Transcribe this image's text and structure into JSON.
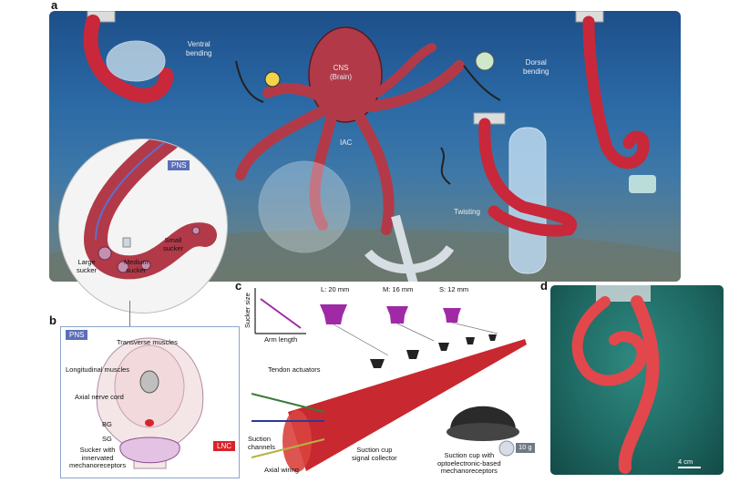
{
  "panels": {
    "a": "a",
    "b": "b",
    "c": "c",
    "d": "d"
  },
  "panel_a": {
    "ventral": "Ventral\nbending",
    "dorsal": "Dorsal\nbending",
    "cns": "CNS\n(Brain)",
    "iac": "IAC",
    "twisting": "Twisting",
    "pns": "PNS",
    "small_sucker": "Small\nsucker",
    "medium_sucker": "Medium\nsucker",
    "large_sucker": "Large\nsucker"
  },
  "panel_b": {
    "pns": "PNS",
    "transverse": "Transverse muscles",
    "longitudinal": "Longitudinal muscles",
    "axial_nerve": "Axial nerve cord",
    "bg": "BG",
    "sg": "SG",
    "sucker_innervated": "Sucker with\ninnervated\nmechanoreceptors",
    "lnc": "LNC"
  },
  "panel_c": {
    "sucker_size": "Sucker size",
    "arm_length": "Arm length",
    "large": "L: 20 mm",
    "medium": "M: 16 mm",
    "small": "S: 12 mm",
    "tendon": "Tendon actuators",
    "suction_channels": "Suction\nchannels",
    "axial_wiring": "Axial wiring",
    "signal_collector": "Suction cup\nsignal collector",
    "cup_opto": "Suction cup with\noptoelectronic-based\nmechanoreceptors",
    "weight": "10 g"
  },
  "panel_d": {
    "scale": "4 cm"
  },
  "colors": {
    "arm_red": "#c8283a",
    "octopus": "#b23a48",
    "badge_blue": "#5b6fb8",
    "badge_red": "#d8232a",
    "purple": "#a02aa6"
  }
}
